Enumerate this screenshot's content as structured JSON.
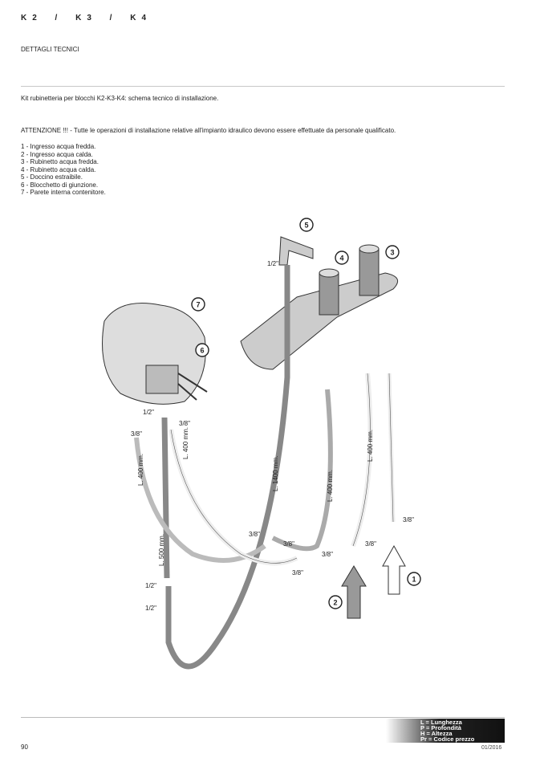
{
  "header": {
    "series": "K2 / K3 / K4",
    "section": "DETTAGLI TECNICI"
  },
  "caption": "Kit rubinetteria per blocchi K2-K3-K4: schema tecnico di installazione.",
  "warning": "ATTENZIONE !!! - Tutte le operazioni di installazione relative all'impianto idraulico devono essere effettuate da personale qualificato.",
  "legend": [
    "1 - Ingresso acqua fredda.",
    "2 - Ingresso acqua calda.",
    "3 - Rubinetto acqua fredda.",
    "4 - Rubinetto acqua calda.",
    "5 - Doccino estraibile.",
    "6 - Blocchetto di giunzione.",
    "7 - Parete interna contenitore."
  ],
  "diagram": {
    "callouts": [
      "1",
      "2",
      "3",
      "4",
      "5",
      "6",
      "7"
    ],
    "labels": {
      "half_top": "1/2\"",
      "half_block": "1/2\"",
      "three8_a": "3/8\"",
      "three8_b": "3/8\"",
      "l400_a": "L. 400 mm.",
      "l400_b": "L. 400 mm.",
      "l400_c": "L. 400 mm.",
      "l400_d": "L. 400 mm.",
      "l1400": "L. 1400 mm.",
      "l500": "L. 500 mm.",
      "three8_c": "3/8\"",
      "three8_d": "3/8\"",
      "three8_e": "3/8\"",
      "three8_f": "3/8\"",
      "three8_g": "3/8\"",
      "three8_h": "3/8\"",
      "half_low1": "1/2\"",
      "half_low2": "1/2\""
    }
  },
  "footer": {
    "page": "90",
    "date": "01/2016",
    "key": [
      "L = Lunghezza",
      "P = Profondità",
      "H = Altezza",
      "Pr = Codice prezzo"
    ]
  }
}
